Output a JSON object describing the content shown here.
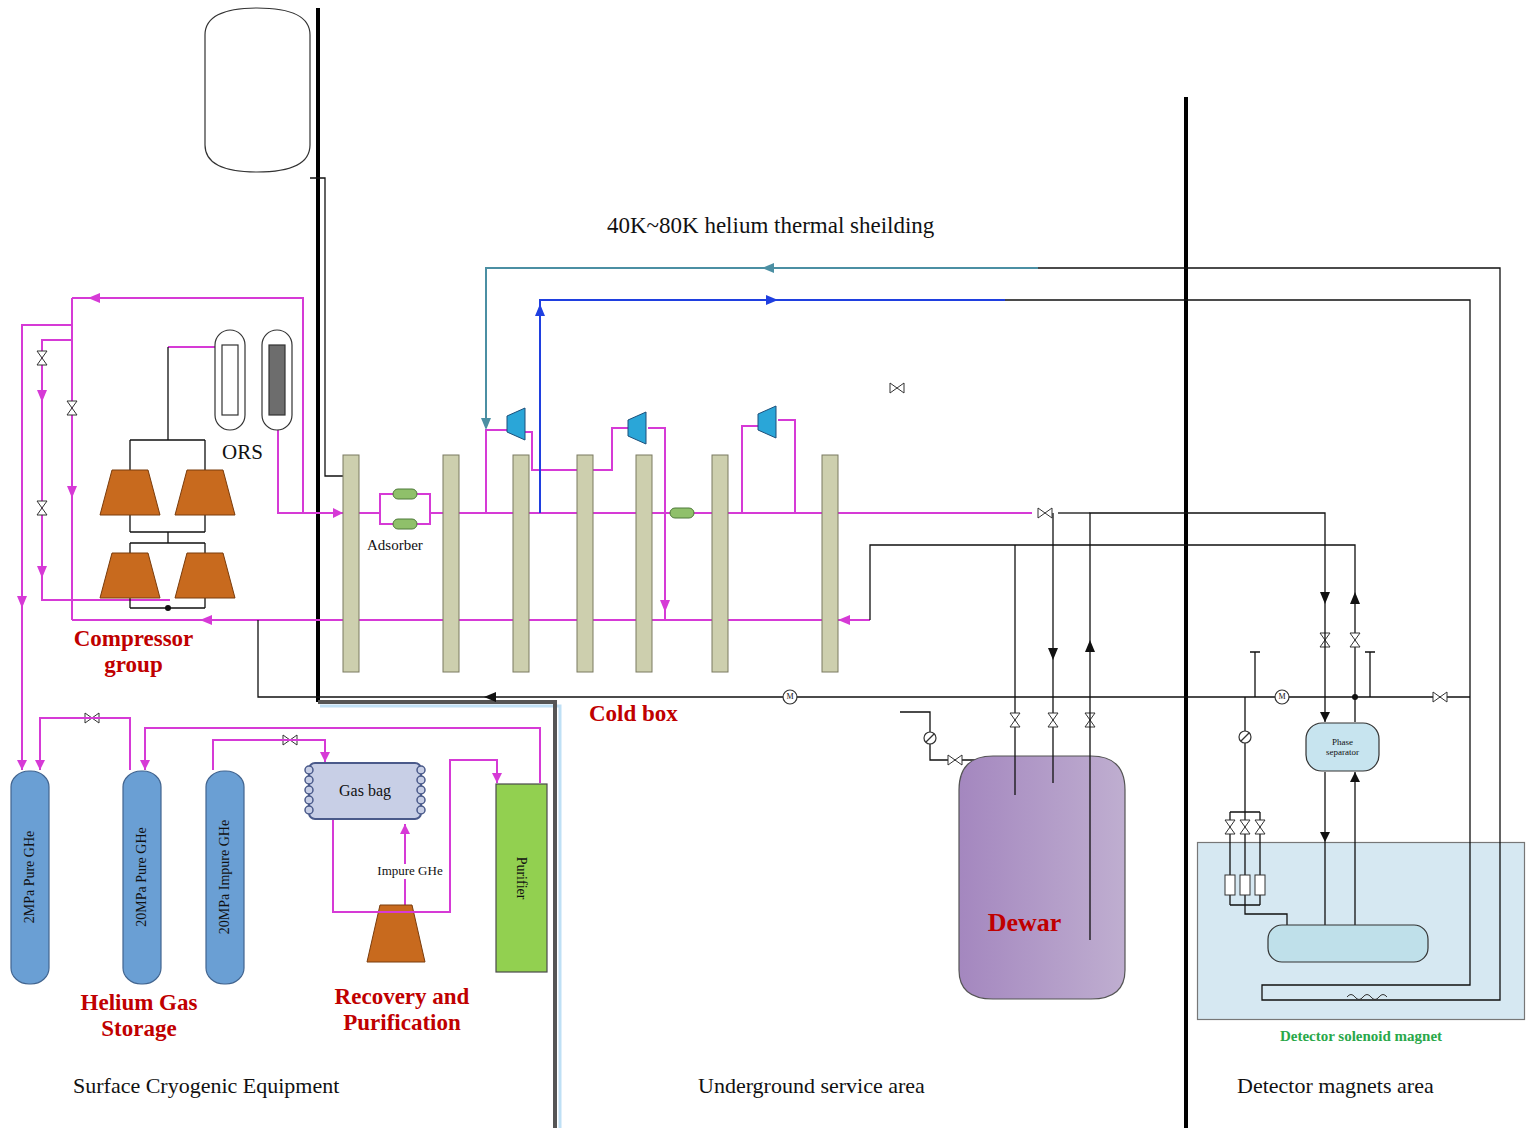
{
  "diagram": {
    "nodes": [
      {
        "text": [
          "2MPa Pure GHe"
        ]
      },
      {
        "text": [
          "20MPa Pure GHe"
        ]
      },
      {
        "text": [
          "20MPa Impure GHe"
        ]
      },
      {
        "text": [
          "Gas bag"
        ]
      },
      {
        "text": [
          "Purifier"
        ]
      },
      {
        "text": [
          "Dewar"
        ]
      },
      {
        "text": [
          "Phase separator"
        ]
      },
      {
        "text": [
          "Detector solenoid magnet"
        ]
      }
    ],
    "edges": [
      {
        "from": 1,
        "to": 0,
        "arrow": "to"
      },
      {
        "from": 2,
        "to": 3,
        "arrow": "to"
      },
      {
        "from": 3,
        "to": 4,
        "arrow": "to"
      },
      {
        "from": 4,
        "to": 1,
        "arrow": "to"
      },
      {
        "from": 5,
        "to": 6,
        "arrow": "to"
      },
      {
        "from": 6,
        "to": 7,
        "arrow": "to"
      },
      {
        "from": 7,
        "to": 6,
        "arrow": "to"
      }
    ],
    "labels": [
      "40K~80K helium thermal sheilding",
      "ORS",
      "Compressor group",
      "Adsorber",
      "Cold box",
      "M",
      "M",
      "Helium Gas Storage",
      "Impure GHe",
      "Recovery and Purification",
      "Surface Cryogenic Equipment",
      "Underground service area",
      "Detector magnets area"
    ]
  }
}
